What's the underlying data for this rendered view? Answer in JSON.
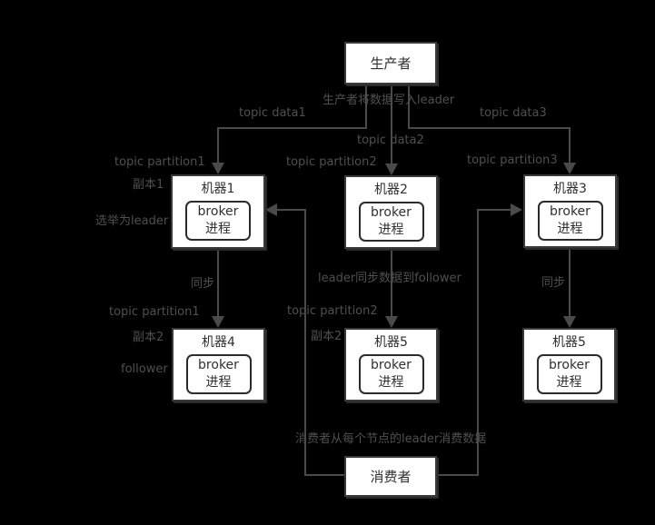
{
  "colors": {
    "background": "#000000",
    "box_fill": "#ffffff",
    "box_border": "#3a3a3a",
    "inner_box_border": "#2b2b2b",
    "line": "#4a4a4a",
    "label_text": "#4f4f4f",
    "box_text": "#2f2f2f"
  },
  "nodes": {
    "producer": {
      "label": "生产者"
    },
    "consumer": {
      "label": "消费者"
    },
    "machines": [
      {
        "title": "机器1",
        "broker_line1": "broker",
        "broker_line2": "进程"
      },
      {
        "title": "机器2",
        "broker_line1": "broker",
        "broker_line2": "进程"
      },
      {
        "title": "机器3",
        "broker_line1": "broker",
        "broker_line2": "进程"
      },
      {
        "title": "机器4",
        "broker_line1": "broker",
        "broker_line2": "进程"
      },
      {
        "title": "机器5",
        "broker_line1": "broker",
        "broker_line2": "进程"
      },
      {
        "title": "机器5",
        "broker_line1": "broker",
        "broker_line2": "进程"
      }
    ]
  },
  "labels": {
    "write_to_leader": "生产者将数据写入leader",
    "topic_data1": "topic data1",
    "topic_data2": "topic data2",
    "topic_data3": "topic data3",
    "topic_partition1_top": "topic partition1",
    "topic_partition2_top": "topic partition2",
    "topic_partition3_top": "topic partition3",
    "replica1": "副本1",
    "elected_as_leader": "选举为leader",
    "sync_left": "同步",
    "leader_sync_to_follower": "leader同步数据到follower",
    "sync_right": "同步",
    "topic_partition1_bottom": "topic partition1",
    "topic_partition2_bottom": "topic partition2",
    "replica2_left": "副本2",
    "replica2_middle": "副本2",
    "follower": "follower",
    "consumer_note": "消费者从每个节点的leader消费数据"
  }
}
